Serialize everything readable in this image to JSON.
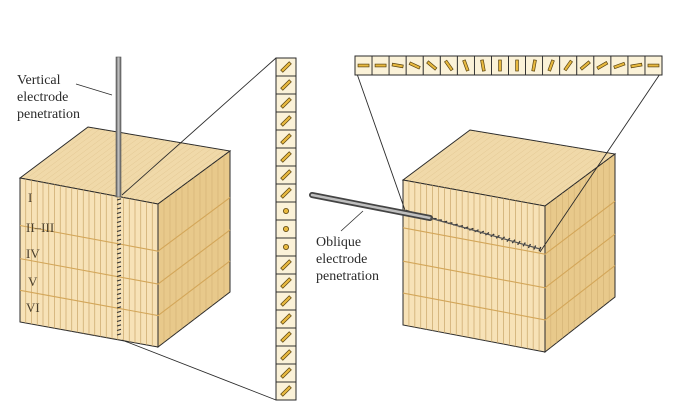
{
  "callouts": {
    "vertical_line1": "Vertical",
    "vertical_line2": "electrode",
    "vertical_line3": "penetration",
    "oblique_line1": "Oblique",
    "oblique_line2": "electrode",
    "oblique_line3": "penetration"
  },
  "layers": {
    "l1": "I",
    "l2": "II–III",
    "l3": "IV",
    "l4": "V",
    "l5": "VI"
  },
  "colors": {
    "cube_front": "#f7e2b7",
    "cube_top": "#f0d9a9",
    "cube_side": "#e8c98b",
    "cube_line": "#2b2b2b",
    "column_line": "#c9a66a",
    "layer_line": "#d3a659",
    "cell_fill": "#fbf2d8",
    "mark_fill": "#e8b93f",
    "mark_stroke": "#5a4410",
    "electrode": "#888888"
  },
  "vertical_strip_orientations": [
    "diag",
    "diag",
    "diag",
    "diag",
    "diag",
    "diag",
    "diag",
    "diag",
    "dot",
    "dot",
    "dot",
    "diag",
    "diag",
    "diag",
    "diag",
    "diag",
    "diag",
    "diag",
    "diag"
  ],
  "horizontal_strip_angles_deg": [
    0,
    0,
    10,
    25,
    40,
    55,
    70,
    80,
    90,
    90,
    100,
    110,
    125,
    140,
    150,
    160,
    170,
    180
  ]
}
